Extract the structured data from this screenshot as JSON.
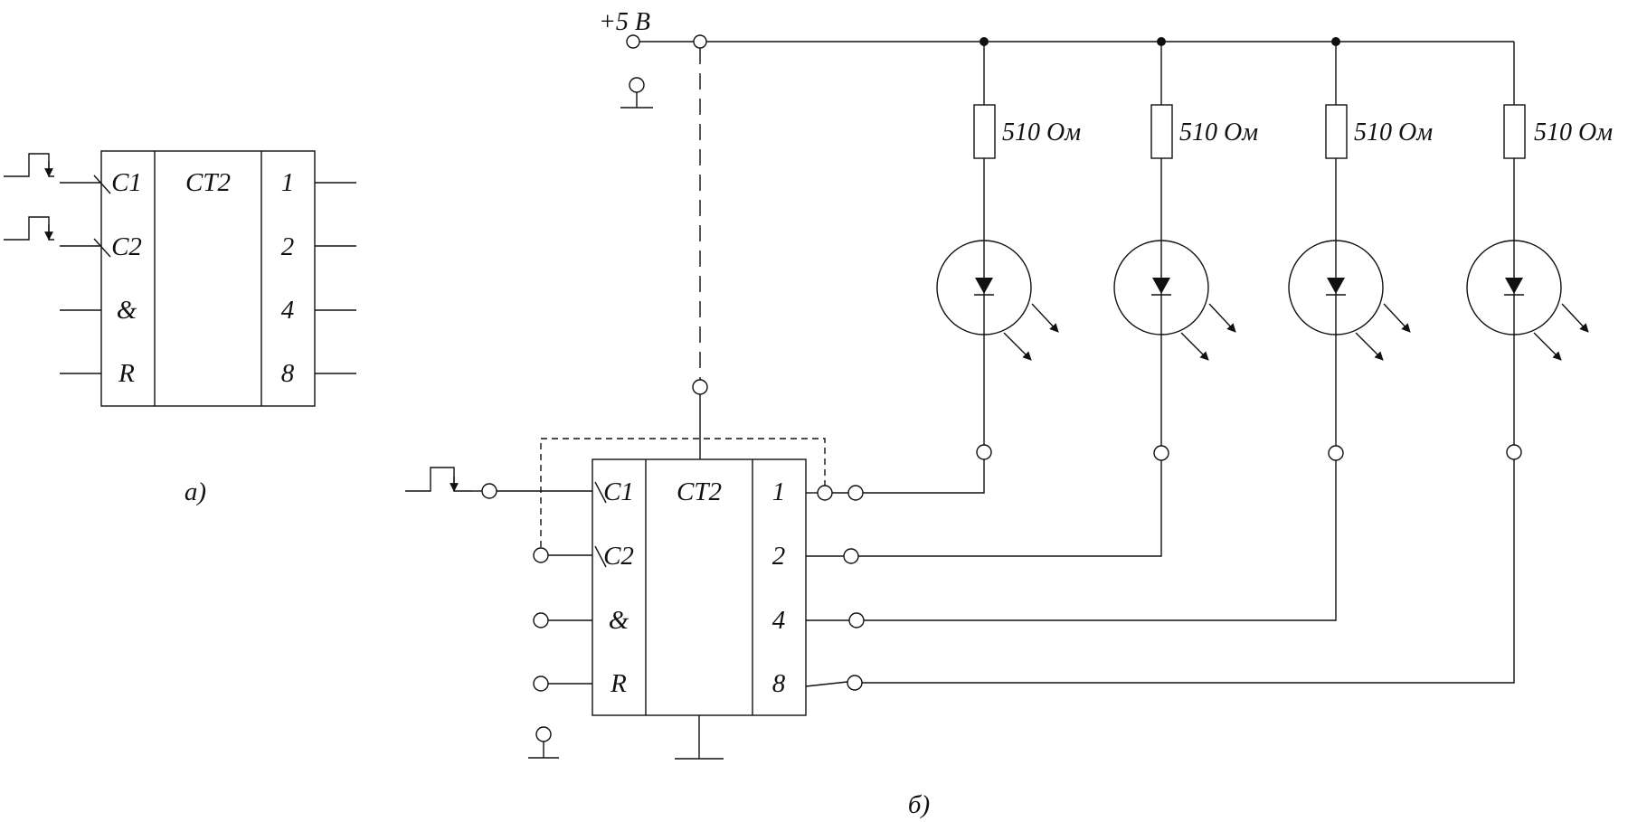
{
  "colors": {
    "line": "#111111",
    "background": "#ffffff"
  },
  "supply": {
    "label": "+5 В"
  },
  "counter": {
    "title": "СТ2",
    "inputs": [
      "C1",
      "C2",
      "&",
      "R"
    ],
    "outputs": [
      "1",
      "2",
      "4",
      "8"
    ]
  },
  "resistors": {
    "label": "510 Ом"
  },
  "captions": {
    "a": "а)",
    "b": "б)"
  }
}
